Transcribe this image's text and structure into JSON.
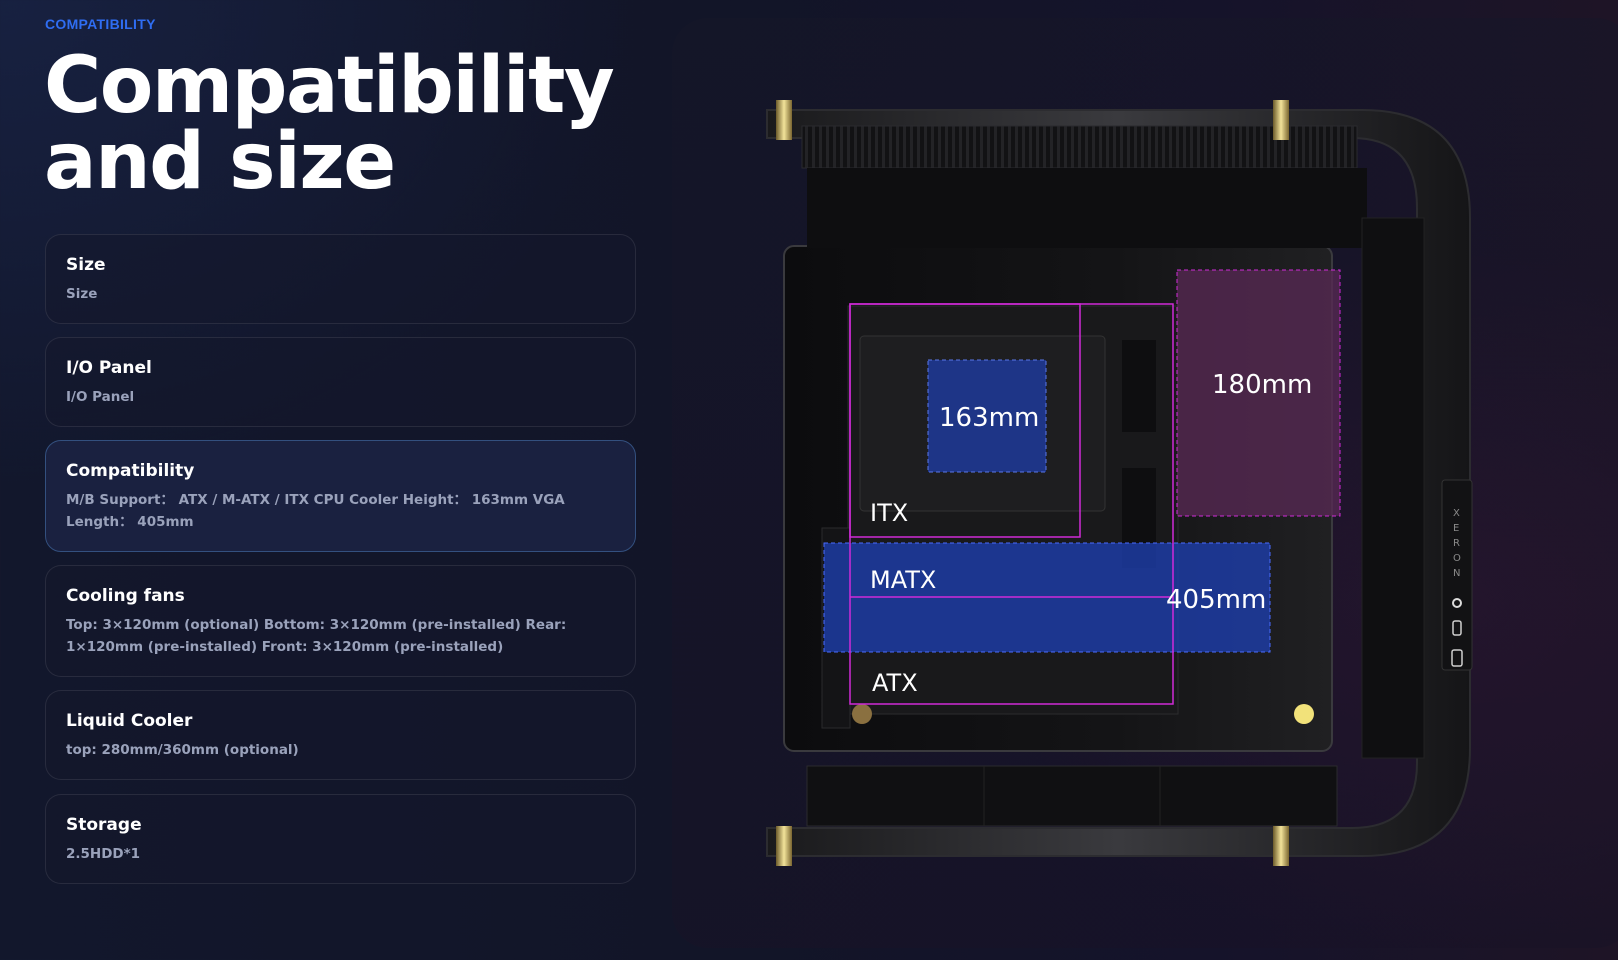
{
  "eyebrow": "COMPATIBILITY",
  "heading": {
    "line1": "Compatibility",
    "line2": "and size"
  },
  "specs": [
    {
      "title": "Size",
      "description": "Size",
      "active": false
    },
    {
      "title": "I/O Panel",
      "description": "I/O Panel",
      "active": false
    },
    {
      "title": "Compatibility",
      "description": "M/B Support： ATX / M-ATX / ITX CPU Cooler Height： 163mm VGA Length： 405mm",
      "active": true
    },
    {
      "title": "Cooling fans",
      "description": "Top: 3×120mm (optional) Bottom: 3×120mm (pre-installed) Rear: 1×120mm (pre-installed) Front: 3×120mm (pre-installed)",
      "active": false
    },
    {
      "title": "Liquid Cooler",
      "description": "top: 280mm/360mm (optional)",
      "active": false
    },
    {
      "title": "Storage",
      "description": "2.5HDD*1",
      "active": false
    }
  ],
  "diagram": {
    "labels": {
      "cpu_cooler_height": "163mm",
      "psu_clearance": "180mm",
      "vga_length": "405mm",
      "itx": "ITX",
      "matx": "MATX",
      "atx": "ATX"
    },
    "brand_letters": [
      "X",
      "E",
      "R",
      "O",
      "N"
    ],
    "colors": {
      "accent_blue": "#2f6df2",
      "outline_magenta": "#d02ad8",
      "cooler_zone": "#1f3a9a",
      "vga_zone": "#1e3fb0",
      "psu_zone": "#5a2a55"
    }
  }
}
